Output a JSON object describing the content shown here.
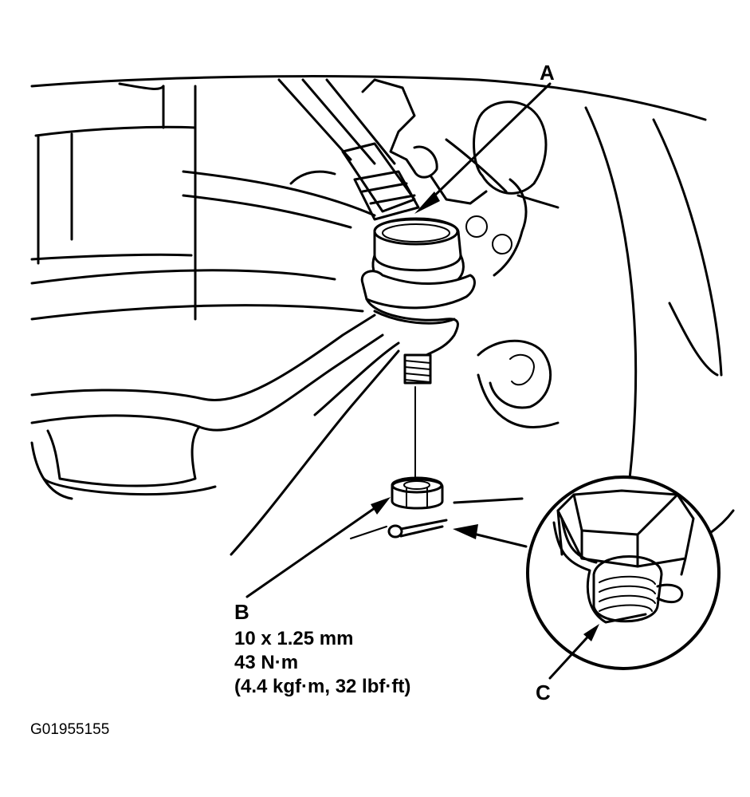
{
  "callouts": {
    "a": "A",
    "b": "B",
    "c": "C"
  },
  "spec": {
    "thread": "10 x 1.25 mm",
    "torque": "43 N·m",
    "torque_alt": "(4.4 kgf·m, 32 lbf·ft)"
  },
  "figure_id": "G01955155"
}
